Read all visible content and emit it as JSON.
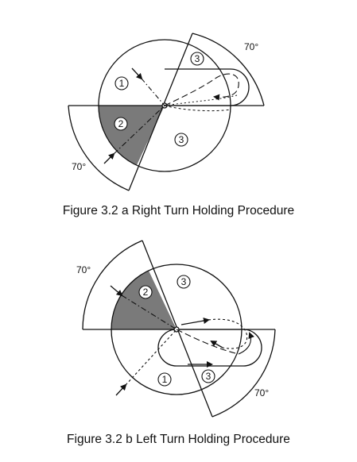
{
  "figure_a": {
    "caption": "Figure 3.2 a Right Turn Holding Procedure",
    "angle_top": "70°",
    "angle_bottom": "70°",
    "sector_labels": [
      "1",
      "2",
      "3",
      "3"
    ]
  },
  "figure_b": {
    "caption": "Figure 3.2 b Left Turn Holding Procedure",
    "angle_top": "70°",
    "angle_bottom": "70°",
    "sector_labels": [
      "2",
      "3",
      "1",
      "3"
    ]
  },
  "colors": {
    "ink": "#111111",
    "sector_fill": "#7a7a7a",
    "background": "#ffffff"
  }
}
